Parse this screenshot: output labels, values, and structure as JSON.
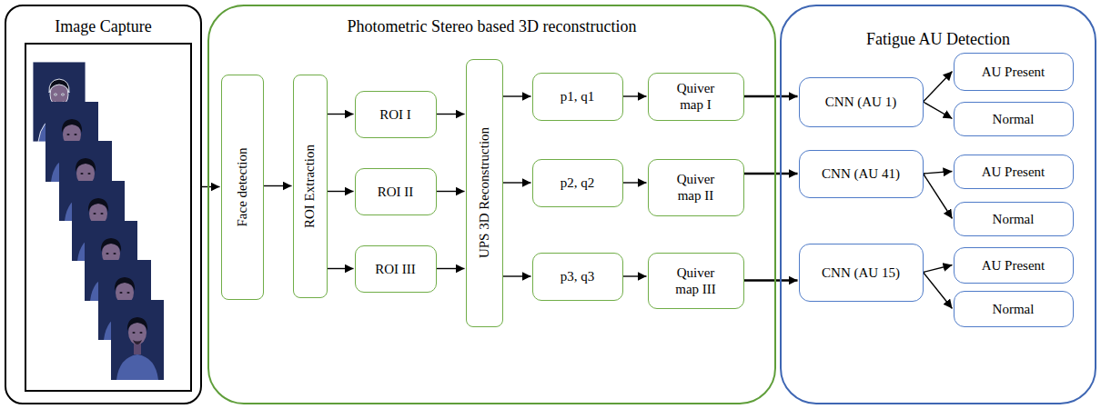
{
  "diagram": {
    "nodes": [
      {
        "text": [
          "Image Capture"
        ]
      },
      {
        "text": [
          "Photometric Stereo based 3D reconstruction"
        ]
      },
      {
        "text": [
          "Face detection"
        ],
        "in": 1
      },
      {
        "text": [
          "ROI Extraction"
        ],
        "in": 1
      },
      {
        "text": [
          "ROI I"
        ],
        "in": 1
      },
      {
        "text": [
          "ROI II"
        ],
        "in": 1
      },
      {
        "text": [
          "ROI III"
        ],
        "in": 1
      },
      {
        "text": [
          "UPS 3D Reconstruction"
        ],
        "in": 1
      },
      {
        "text": [
          "p1, q1"
        ],
        "in": 1
      },
      {
        "text": [
          "Quiver map I"
        ],
        "in": 1
      },
      {
        "text": [
          "p2, q2"
        ],
        "in": 1
      },
      {
        "text": [
          "Quiver map II"
        ],
        "in": 1
      },
      {
        "text": [
          "p3, q3"
        ],
        "in": 1
      },
      {
        "text": [
          "Quiver map III"
        ],
        "in": 1
      },
      {
        "text": [
          "Fatigue AU Detection"
        ]
      },
      {
        "text": [
          "CNN (AU 1)"
        ],
        "in": 14
      },
      {
        "text": [
          "AU Present"
        ],
        "in": 14
      },
      {
        "text": [
          "Normal"
        ],
        "in": 14
      },
      {
        "text": [
          "CNN (AU 41)"
        ],
        "in": 14
      },
      {
        "text": [
          "AU Present"
        ],
        "in": 14
      },
      {
        "text": [
          "Normal"
        ],
        "in": 14
      },
      {
        "text": [
          "CNN (AU 15)"
        ],
        "in": 14
      },
      {
        "text": [
          "AU Present"
        ],
        "in": 14
      },
      {
        "text": [
          "Normal"
        ],
        "in": 14
      }
    ],
    "edges": [
      {
        "from": 0,
        "to": 2,
        "arrow": "to"
      },
      {
        "from": 2,
        "to": 3,
        "arrow": "to"
      },
      {
        "from": 3,
        "to": 4,
        "arrow": "to"
      },
      {
        "from": 3,
        "to": 5,
        "arrow": "to"
      },
      {
        "from": 3,
        "to": 6,
        "arrow": "to"
      },
      {
        "from": 4,
        "to": 7,
        "arrow": "to"
      },
      {
        "from": 5,
        "to": 7,
        "arrow": "to"
      },
      {
        "from": 6,
        "to": 7,
        "arrow": "to"
      },
      {
        "from": 7,
        "to": 8,
        "arrow": "to"
      },
      {
        "from": 7,
        "to": 10,
        "arrow": "to"
      },
      {
        "from": 7,
        "to": 12,
        "arrow": "to"
      },
      {
        "from": 8,
        "to": 9,
        "arrow": "to"
      },
      {
        "from": 10,
        "to": 11,
        "arrow": "to"
      },
      {
        "from": 12,
        "to": 13,
        "arrow": "to"
      },
      {
        "from": 9,
        "to": 15,
        "arrow": "to"
      },
      {
        "from": 11,
        "to": 18,
        "arrow": "to"
      },
      {
        "from": 13,
        "to": 21,
        "arrow": "to"
      },
      {
        "from": 15,
        "to": 16,
        "arrow": "to"
      },
      {
        "from": 15,
        "to": 17,
        "arrow": "to"
      },
      {
        "from": 18,
        "to": 19,
        "arrow": "to"
      },
      {
        "from": 18,
        "to": 20,
        "arrow": "to"
      },
      {
        "from": 21,
        "to": 22,
        "arrow": "to"
      },
      {
        "from": 21,
        "to": 23,
        "arrow": "to"
      }
    ]
  }
}
